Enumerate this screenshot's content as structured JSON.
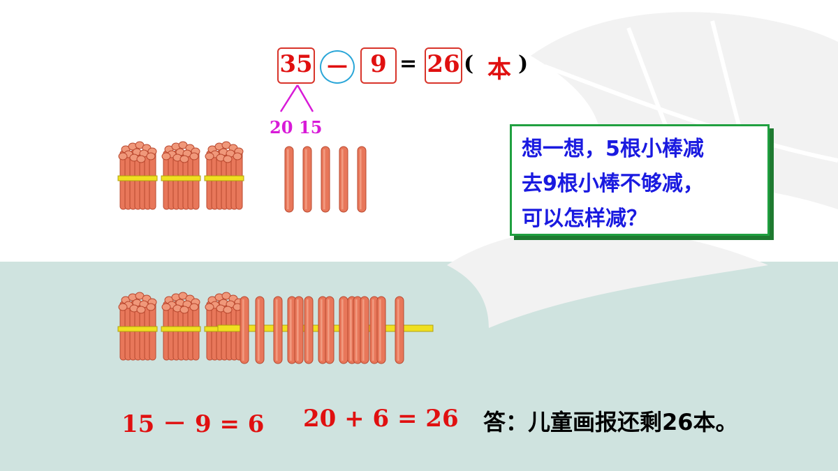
{
  "equation": {
    "minuend": "35",
    "operator": "—",
    "subtrahend": "9",
    "equals": "=",
    "result": "26",
    "open_paren": "(",
    "unit": "本",
    "close_paren": ")"
  },
  "split": {
    "left": "20",
    "right": "15"
  },
  "think_bubble": {
    "lines": [
      "想一想，5根小棒减",
      "去9根小棒不够减，",
      "可以怎样减？"
    ]
  },
  "calculations": {
    "step1": "15 － 9 = 6",
    "step2": "20 + 6 = 26"
  },
  "answer": "答：儿童画报还剩26本。",
  "top_scene": {
    "bundles": 3,
    "loose_sticks": 5
  },
  "bottom_scene": {
    "bundles": 3,
    "loose_sticks": 15
  },
  "colors": {
    "stick": "#e8775a",
    "stick_dark": "#b9482f",
    "band": "#f0e020",
    "bottom_panel": "#cfe3df",
    "accent_red": "#e01010",
    "split_magenta": "#d81ad8",
    "bubble_border": "#20a040",
    "bubble_text": "#1a1ae0"
  }
}
